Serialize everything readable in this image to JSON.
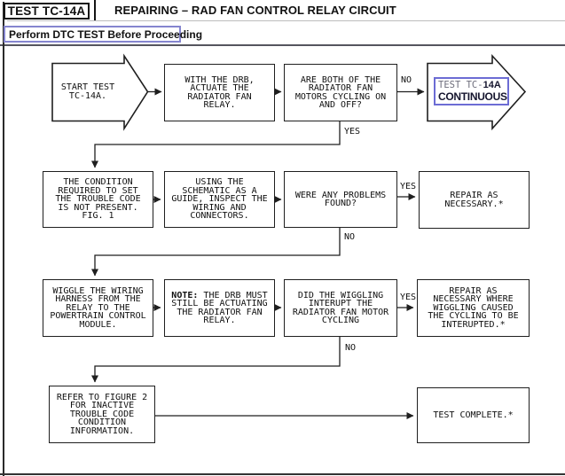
{
  "header": {
    "test_id": "TEST TC-14A",
    "title": "REPAIRING – RAD FAN CONTROL RELAY CIRCUIT",
    "banner": "Perform DTC TEST Before Proceeding"
  },
  "flow": {
    "row1": {
      "start": "START TEST\nTC-14A.",
      "actuate": "WITH THE DRB,\nACTUATE THE\nRADIATOR FAN\nRELAY.",
      "question": "ARE BOTH OF THE\nRADIATOR FAN\nMOTORS CYCLING ON\nAND OFF?",
      "no": "NO",
      "yes": "YES",
      "continuous_link": {
        "prefix": "TEST TC-",
        "code": "14A",
        "line2": "CONTINUOUS"
      }
    },
    "row2": {
      "condition": "THE CONDITION\nREQUIRED TO SET\nTHE TROUBLE CODE\nIS NOT PRESENT.\nFIG. 1",
      "inspect": "USING THE\nSCHEMATIC AS A\nGUIDE, INSPECT THE\nWIRING AND\nCONNECTORS.",
      "question": "WERE ANY PROBLEMS\nFOUND?",
      "yes": "YES",
      "no": "NO",
      "repair": "REPAIR AS\nNECESSARY.*"
    },
    "row3": {
      "wiggle": "WIGGLE THE WIRING\nHARNESS FROM THE\nRELAY TO THE\nPOWERTRAIN CONTROL\nMODULE.",
      "note_label": "NOTE:",
      "note_text": " THE DRB MUST\nSTILL BE ACTUATING\nTHE RADIATOR FAN\nRELAY.",
      "question": "DID THE WIGGLING\nINTERUPT THE\nRADIATOR FAN MOTOR\nCYCLING",
      "yes": "YES",
      "no": "NO",
      "repair": "REPAIR AS\nNECESSARY WHERE\nWIGGLING CAUSED\nTHE CYCLING TO BE\nINTERUPTED.*"
    },
    "row4": {
      "refer": "REFER TO FIGURE 2\nFOR INACTIVE\nTROUBLE CODE\nCONDITION\nINFORMATION.",
      "complete": "TEST COMPLETE.*"
    }
  },
  "colors": {
    "link_blue": "#6c6cd4",
    "banner_blue": "#8585cf",
    "line_black": "#1f1f1f"
  }
}
